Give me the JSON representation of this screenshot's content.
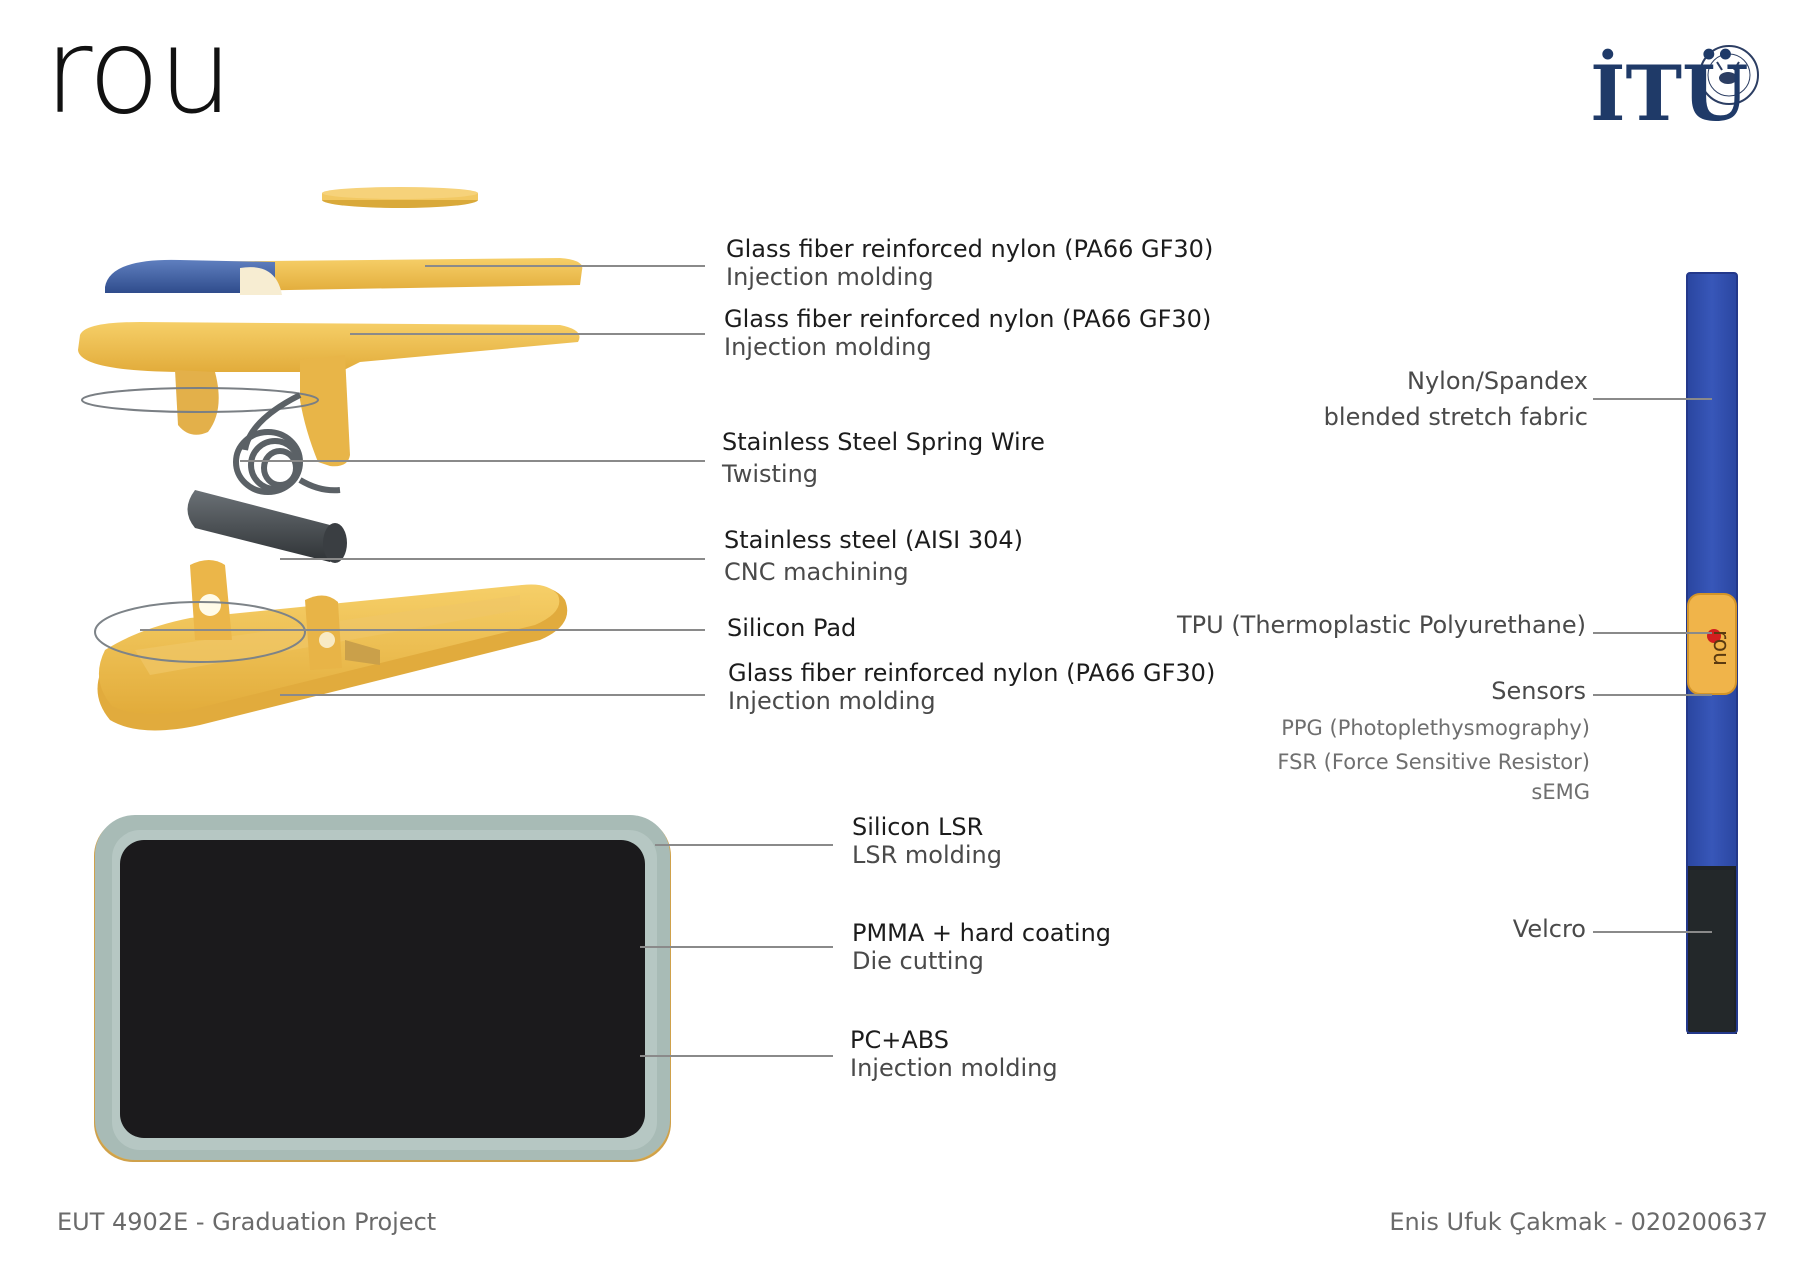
{
  "brand": {
    "logo_text": "rou",
    "university": "İTÜ"
  },
  "colors": {
    "pa66": "#f2c14d",
    "pa66_dark": "#c99a2e",
    "blue_part": "#3f5fa3",
    "steel": "#4a4f54",
    "strap_blue": "#2e4ca8",
    "velcro": "#1f2326",
    "bezel": "#a9bbb6",
    "screen": "#1b1a1c",
    "leader": "#8a8a8a",
    "sensor_dot": "#d21e1e"
  },
  "clip_labels": [
    {
      "material": "Glass fiber reinforced nylon (PA66 GF30)",
      "process": "Injection molding"
    },
    {
      "material": "Glass fiber reinforced nylon (PA66 GF30)",
      "process": "Injection molding"
    },
    {
      "material": "Stainless Steel Spring Wire",
      "process": "Twisting"
    },
    {
      "material": "Stainless steel (AISI 304)",
      "process": "CNC machining"
    },
    {
      "material": "Silicon Pad",
      "process": ""
    },
    {
      "material": "Glass fiber reinforced nylon (PA66 GF30)",
      "process": "Injection molding"
    }
  ],
  "screen_labels": [
    {
      "material": "Silicon LSR",
      "process": "LSR molding"
    },
    {
      "material": "PMMA + hard coating",
      "process": "Die cutting"
    },
    {
      "material": "PC+ABS",
      "process": "Injection molding"
    }
  ],
  "strap_labels": {
    "fabric_line1": "Nylon/Spandex",
    "fabric_line2": "blended stretch fabric",
    "tpu": "TPU (Thermoplastic Polyurethane)",
    "sensors": "Sensors",
    "sensor_items": [
      "PPG (Photoplethysmography)",
      "FSR (Force Sensitive Resistor)",
      "sEMG"
    ],
    "velcro": "Velcro"
  },
  "footer": {
    "left": "EUT 4902E - Graduation Project",
    "right": "Enis Ufuk Çakmak - 020200637"
  }
}
